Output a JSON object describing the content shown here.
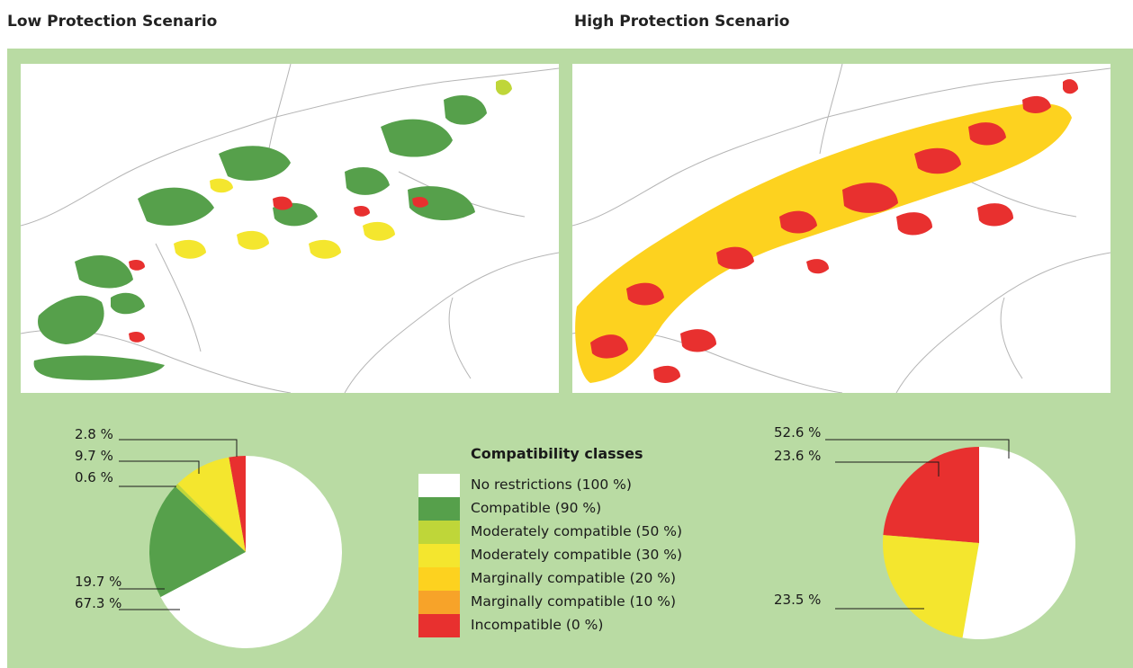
{
  "headings": {
    "left": "Low Protection Scenario",
    "right": "High Protection Scenario"
  },
  "legend": {
    "title": "Compatibility classes",
    "items": [
      {
        "label": "No restrictions (100 %)",
        "color": "#ffffff"
      },
      {
        "label": "Compatible (90 %)",
        "color": "#56a04b"
      },
      {
        "label": "Moderately compatible (50 %)",
        "color": "#bfd639"
      },
      {
        "label": "Moderately compatible (30 %)",
        "color": "#f4e62e"
      },
      {
        "label": "Marginally compatible (20 %)",
        "color": "#fdd21f"
      },
      {
        "label": "Marginally compatible (10 %)",
        "color": "#f7a329"
      },
      {
        "label": "Incompatible (0 %)",
        "color": "#e8302f"
      }
    ]
  },
  "chart_data": [
    {
      "type": "pie",
      "title": "Low Protection Scenario",
      "slices": [
        {
          "label": "67.3 %",
          "value": 67.3,
          "color": "#ffffff"
        },
        {
          "label": "19.7 %",
          "value": 19.7,
          "color": "#56a04b"
        },
        {
          "label": "0.6 %",
          "value": 0.6,
          "color": "#bfd639"
        },
        {
          "label": "9.7 %",
          "value": 9.7,
          "color": "#f4e62e"
        },
        {
          "label": "2.8 %",
          "value": 2.8,
          "color": "#e8302f"
        }
      ]
    },
    {
      "type": "pie",
      "title": "High Protection Scenario",
      "slices": [
        {
          "label": "52.6 %",
          "value": 52.6,
          "color": "#ffffff"
        },
        {
          "label": "23.5 %",
          "value": 23.5,
          "color": "#f4e62e"
        },
        {
          "label": "23.6 %",
          "value": 23.6,
          "color": "#e8302f"
        }
      ]
    }
  ]
}
